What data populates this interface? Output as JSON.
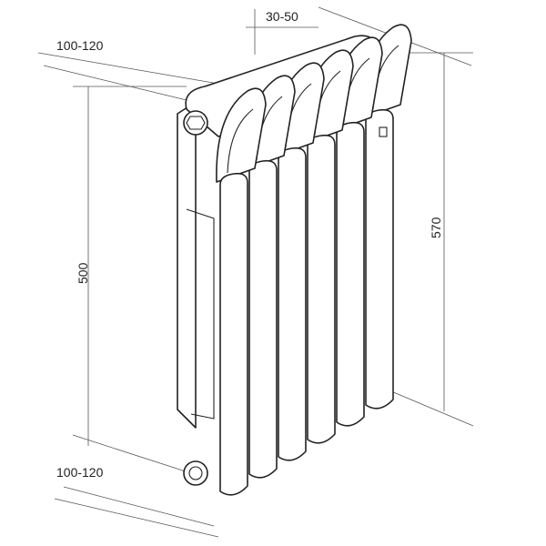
{
  "title": "Radiator dimension drawing",
  "dimensions": {
    "section_width": "30-50",
    "depth_top": "100-120",
    "depth_bottom": "100-120",
    "total_height": "570",
    "axis_distance": "500"
  },
  "section_count": 6,
  "colors": {
    "line": "#222222",
    "background": "#ffffff"
  }
}
